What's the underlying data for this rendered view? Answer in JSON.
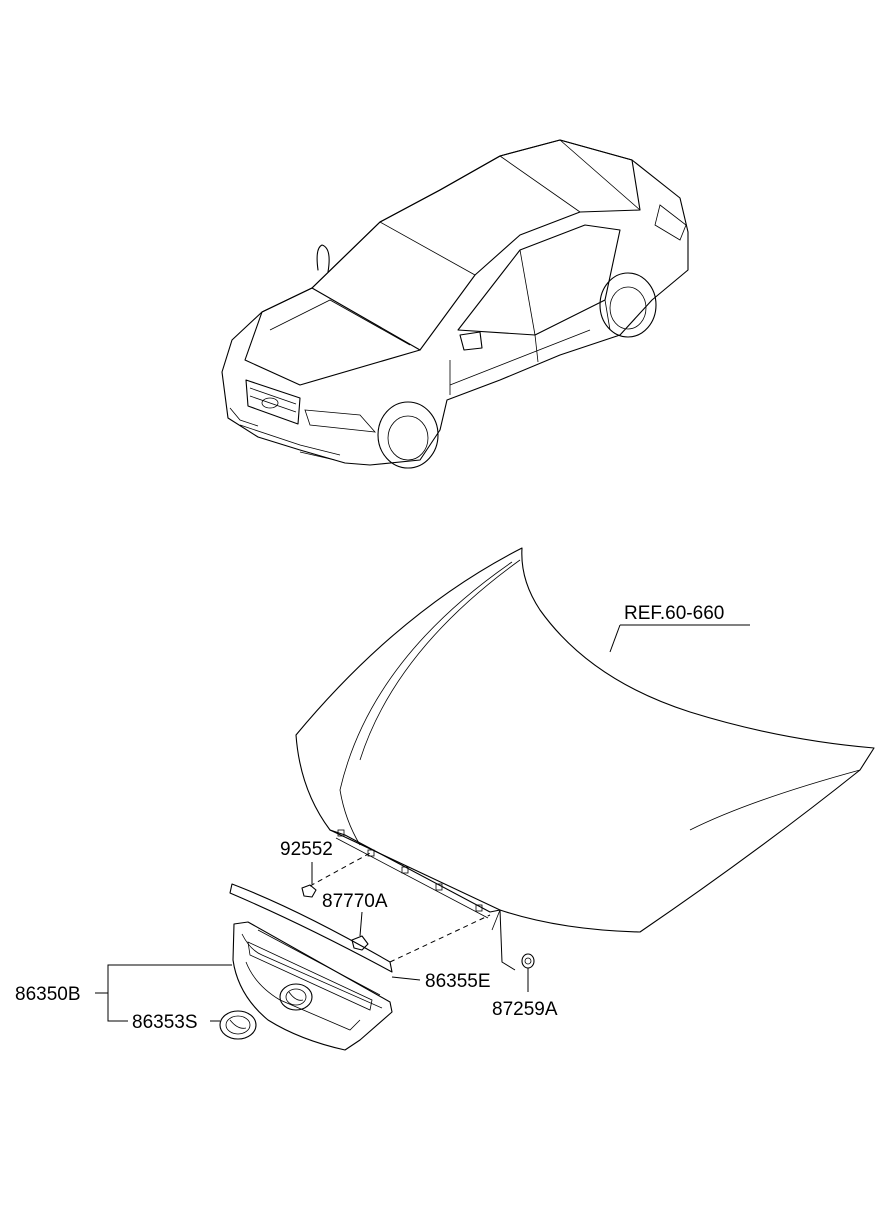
{
  "labels": {
    "ref": "REF.60-660",
    "bolt": "92552",
    "clip": "87770A",
    "grille_assy": "86350B",
    "emblem": "86353S",
    "moulding": "86355E",
    "nut": "87259A"
  }
}
